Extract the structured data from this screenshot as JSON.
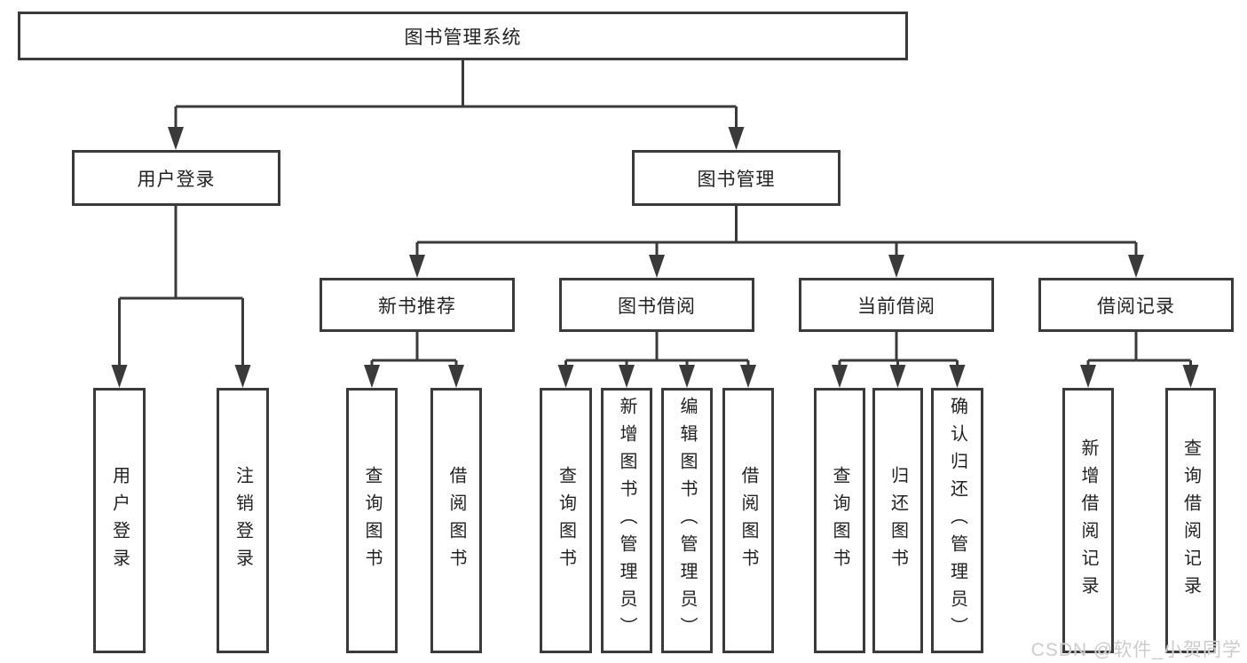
{
  "colors": {
    "line": "#3a3a3a",
    "text": "#222222",
    "bg": "#ffffff",
    "watermark": "#cccccc"
  },
  "diagram": {
    "root": {
      "label": "图书管理系统"
    },
    "level2": [
      {
        "id": "user-login",
        "label": "用户登录",
        "parent": "图书管理系统"
      },
      {
        "id": "book-management",
        "label": "图书管理",
        "parent": "图书管理系统"
      }
    ],
    "level3": [
      {
        "id": "new-book-recommend",
        "label": "新书推荐",
        "parent": "图书管理"
      },
      {
        "id": "book-borrow",
        "label": "图书借阅",
        "parent": "图书管理"
      },
      {
        "id": "current-borrow",
        "label": "当前借阅",
        "parent": "图书管理"
      },
      {
        "id": "borrow-record",
        "label": "借阅记录",
        "parent": "图书管理"
      }
    ],
    "level4": [
      {
        "label": "用户登录",
        "parent": "用户登录"
      },
      {
        "label": "注销登录",
        "parent": "用户登录"
      },
      {
        "label": "查询图书",
        "parent": "新书推荐"
      },
      {
        "label": "借阅图书",
        "parent": "新书推荐"
      },
      {
        "label": "查询图书",
        "parent": "图书借阅"
      },
      {
        "label": "新增图书（管理员）",
        "parent": "图书借阅"
      },
      {
        "label": "编辑图书（管理员）",
        "parent": "图书借阅"
      },
      {
        "label": "借阅图书",
        "parent": "图书借阅"
      },
      {
        "label": "查询图书",
        "parent": "当前借阅"
      },
      {
        "label": "归还图书",
        "parent": "当前借阅"
      },
      {
        "label": "确认归还（管理员）",
        "parent": "当前借阅"
      },
      {
        "label": "新增借阅记录",
        "parent": "借阅记录"
      },
      {
        "label": "查询借阅记录",
        "parent": "借阅记录"
      }
    ]
  },
  "watermark": {
    "text": "CSDN @软件_小贺同学"
  }
}
